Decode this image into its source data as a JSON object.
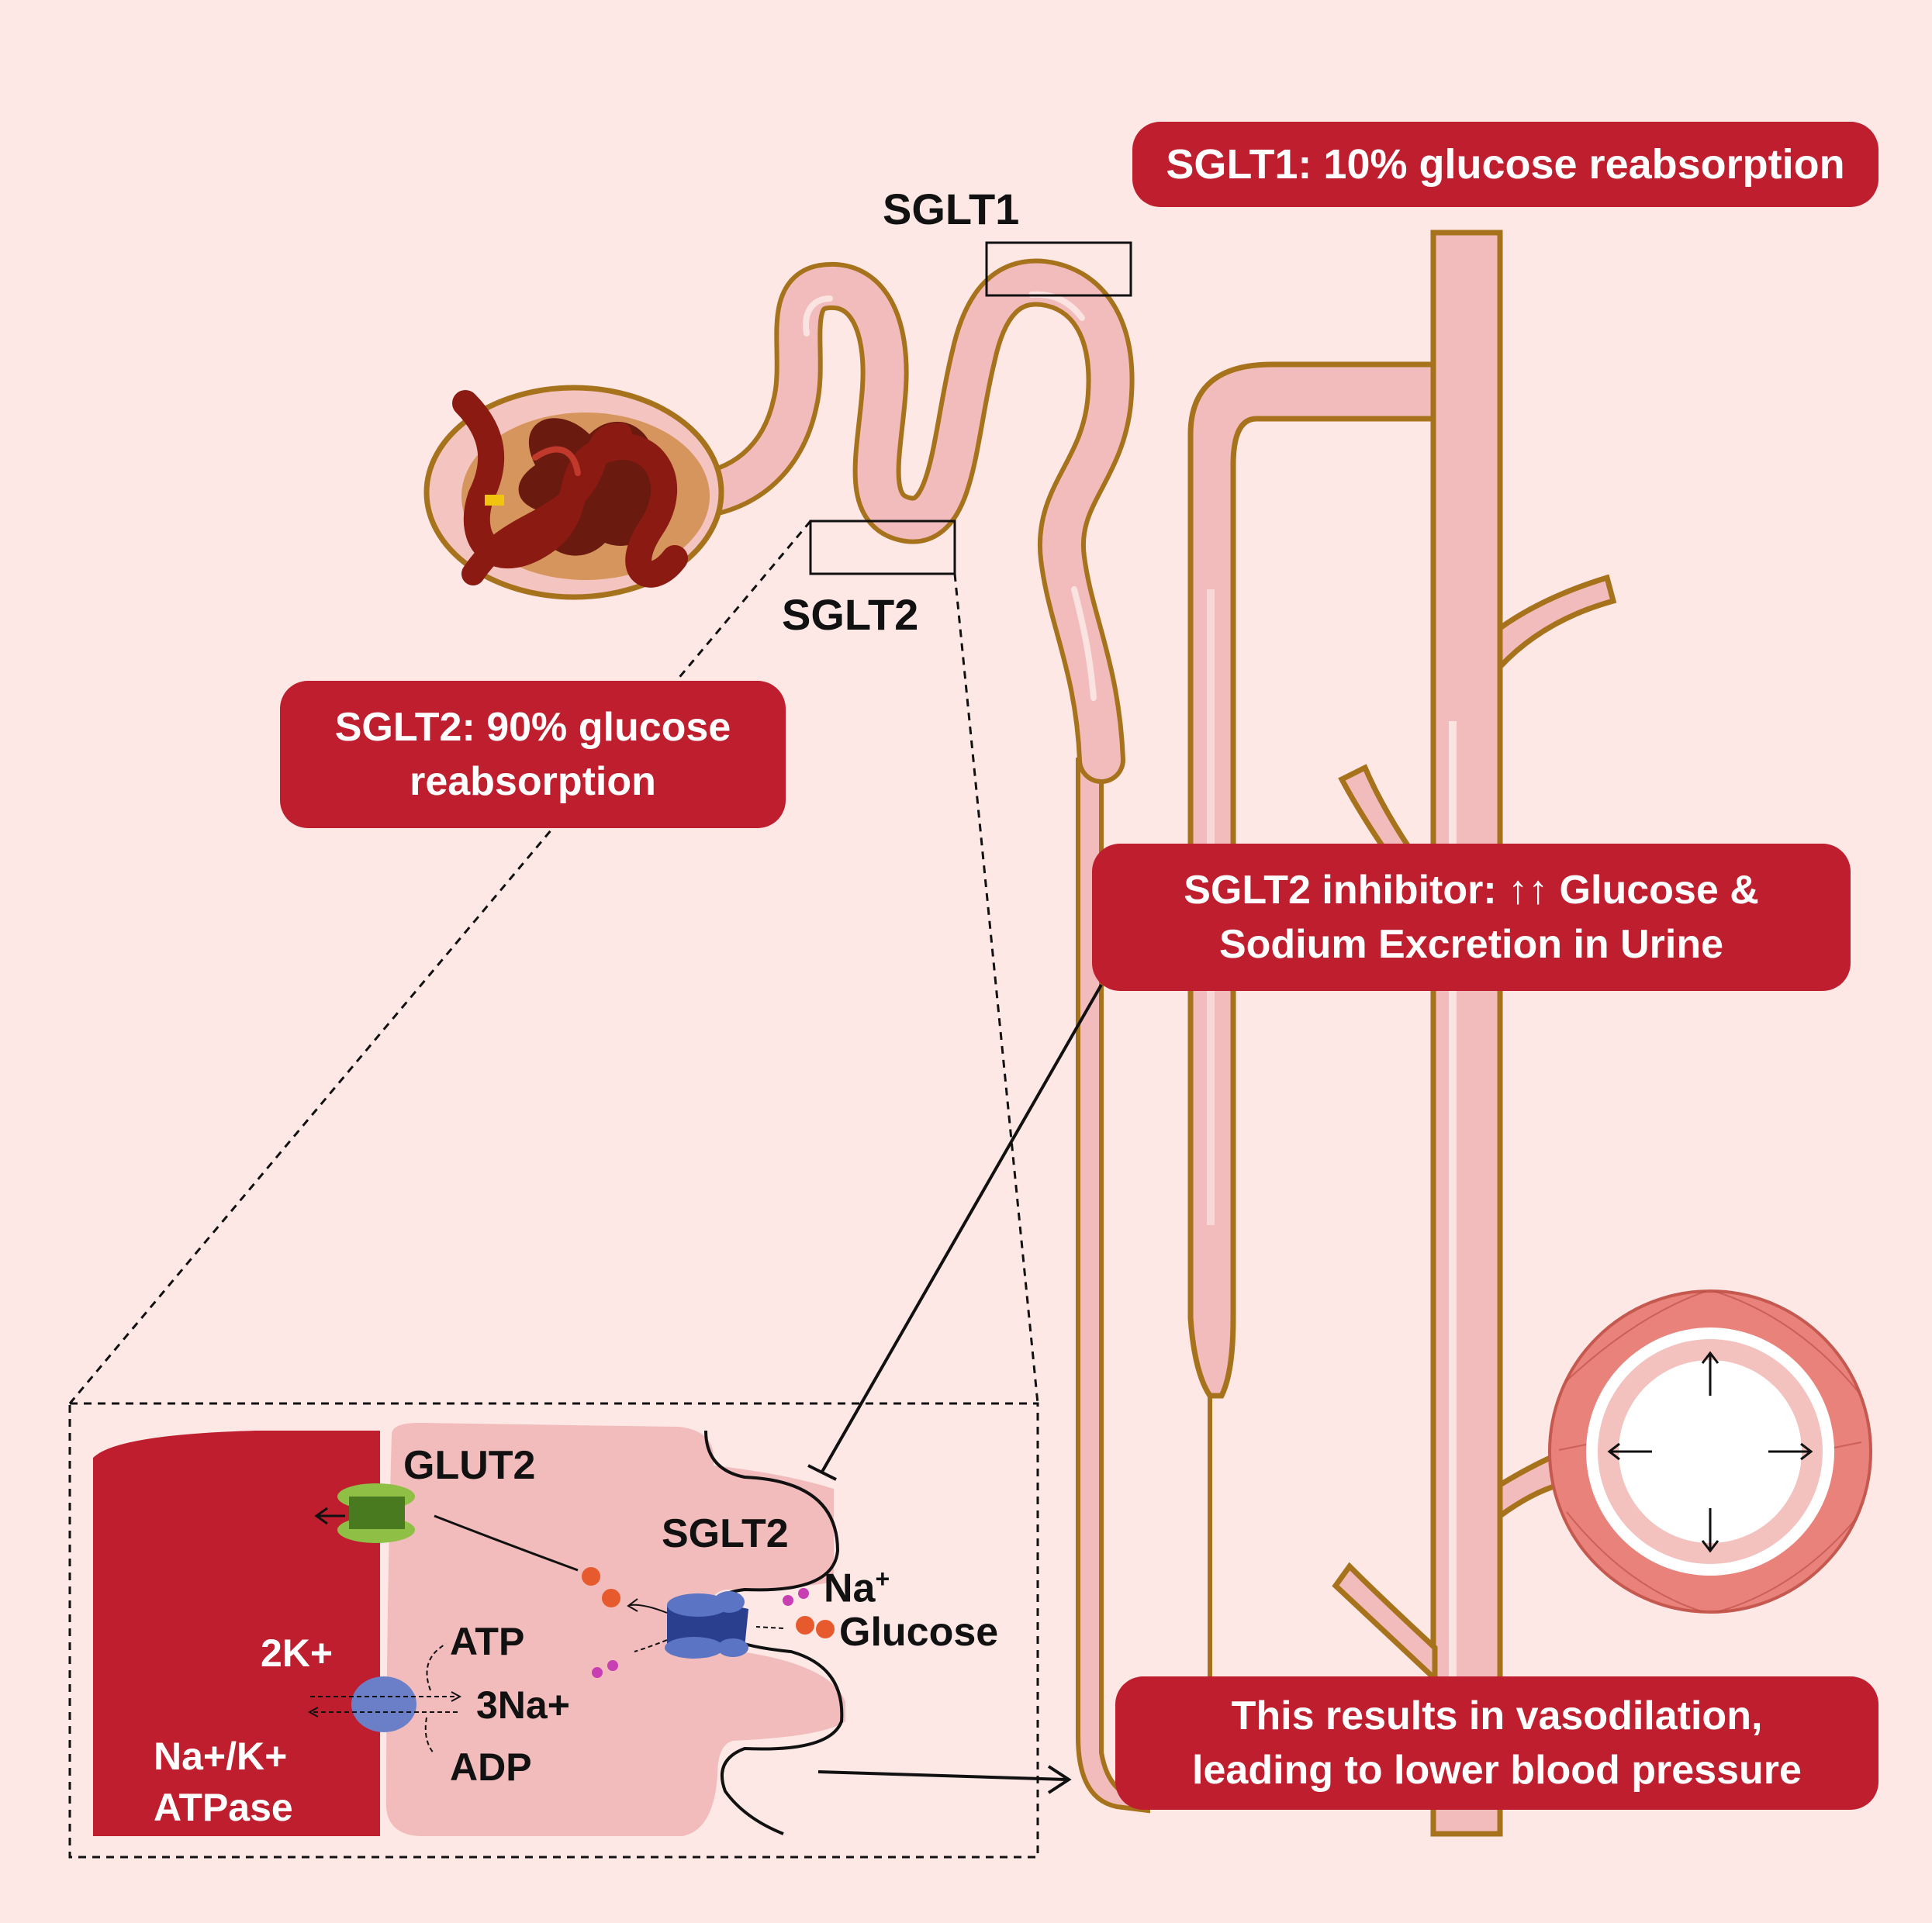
{
  "callouts": {
    "sglt1": "SGLT1: 10% glucose reabsorption",
    "sglt2_line1": "SGLT2: 90% glucose",
    "sglt2_line2": "reabsorption",
    "inhibitor_line1": "SGLT2 inhibitor: ↑↑ Glucose &",
    "inhibitor_line2": "Sodium Excretion in Urine",
    "result_line1": "This results in vasodilation,",
    "result_line2": "leading to lower blood pressure"
  },
  "labels": {
    "sglt1": "SGLT1",
    "sglt2_tubule": "SGLT2",
    "glut2": "GLUT2",
    "sglt2_cell": "SGLT2",
    "na_plus": "Na",
    "na_sup": "+",
    "glucose": "Glucose",
    "atp": "ATP",
    "k2": "2K+",
    "na3": "3Na+",
    "adp": "ADP",
    "pump_line1": "Na+/K+",
    "pump_line2": "ATPase"
  },
  "colors": {
    "background": "#fde8e6",
    "callout": "#bf1e2e",
    "tubule_fill": "#f1bcbb",
    "tubule_outline": "#a6721c",
    "blood": "#bf1e2e",
    "glomerulus": "#8b1a12",
    "sglt2_transporter": "#2b3f8f",
    "glut2_transporter": "#8fbf45",
    "na_k_pump": "#6b7fc8",
    "sodium_dot": "#c83fb3",
    "glucose_dot": "#e65a2e",
    "vessel": "#e9827b"
  },
  "icons": [
    "glomerulus-icon",
    "nephron-tubule-icon",
    "blood-vessel-icon",
    "sglt2-transporter-icon",
    "glut2-transporter-icon",
    "na-k-pump-icon"
  ]
}
